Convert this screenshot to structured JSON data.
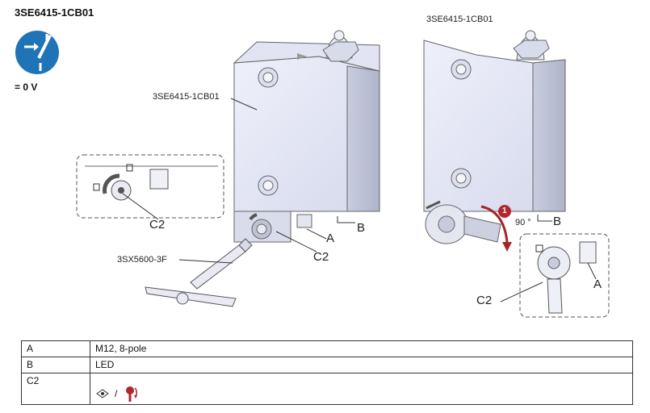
{
  "header": {
    "title": "3SE6415-1CB01",
    "voltage": "= 0 V"
  },
  "figure": {
    "left_device_label": "3SE6415-1CB01",
    "right_device_label": "3SE6415-1CB01",
    "tool_label": "3SX5600-3F",
    "angle": "90 °",
    "step": "1",
    "callouts": {
      "c2_detail": "C2",
      "c2_left": "C2",
      "a_left": "A",
      "b_left": "B",
      "b_right": "B",
      "a_right": "A",
      "c2_right": "C2"
    },
    "icon": "mandatory-disconnect-icon"
  },
  "legend": [
    {
      "key": "A",
      "value": "M12, 8-pole"
    },
    {
      "key": "B",
      "value": "LED"
    },
    {
      "key": "C2",
      "value": "",
      "symbol_separator": "/"
    }
  ],
  "colors": {
    "icon_blue": "#1f73b7",
    "arrow_red": "#a0282a",
    "step_red": "#b0272f"
  }
}
